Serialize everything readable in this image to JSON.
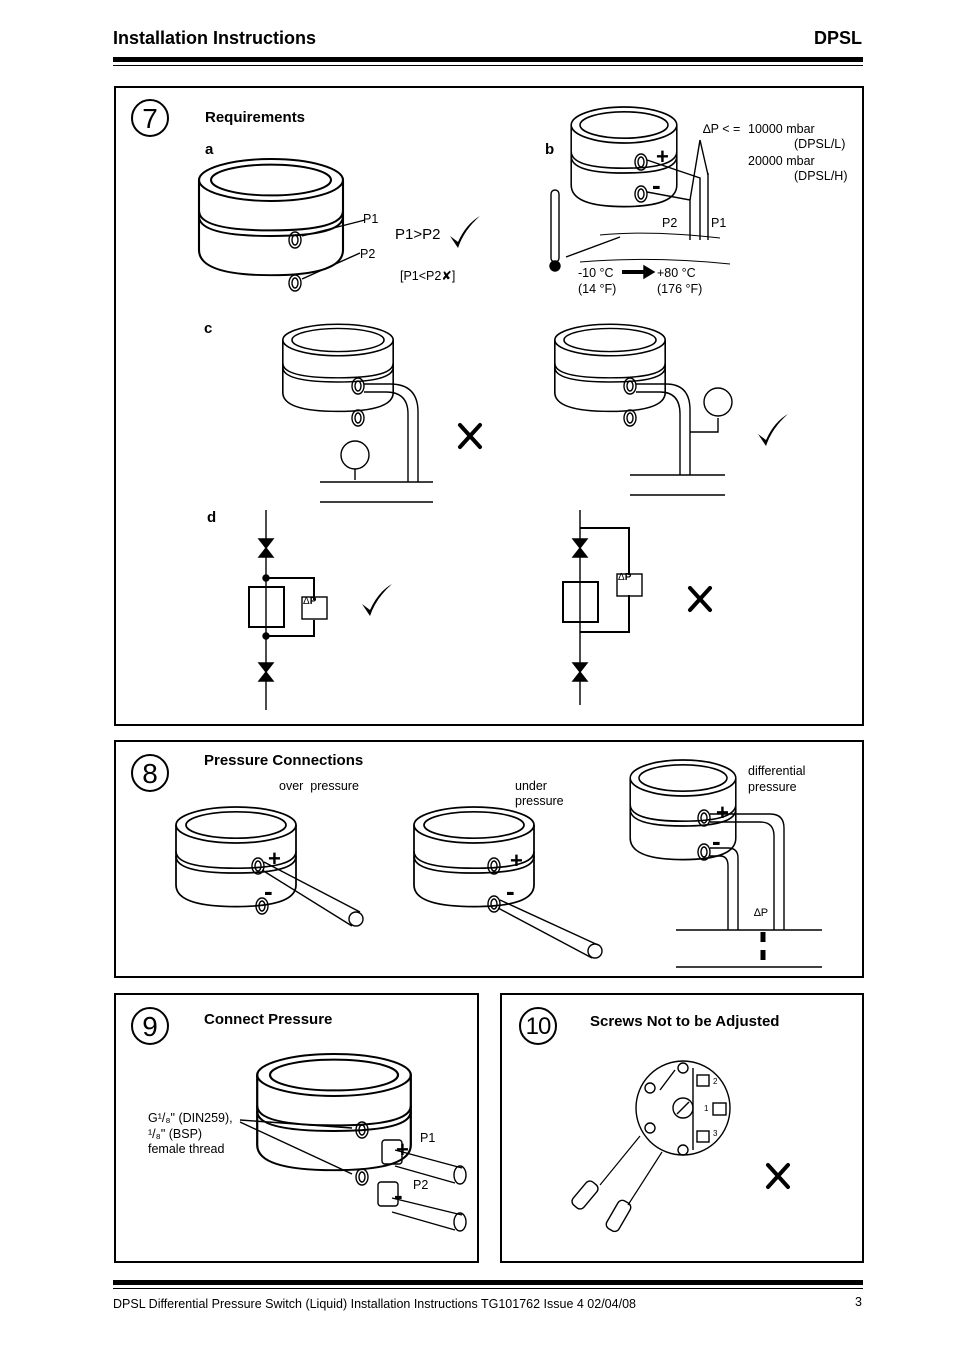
{
  "header": {
    "title": "Installation Instructions",
    "code": "DPSL"
  },
  "section7": {
    "number": "7",
    "title": "Requirements",
    "a": {
      "label": "a",
      "p1": "P1",
      "p2": "P2",
      "condition": "P1>P2",
      "wrong": "[P1<P2✘]"
    },
    "b": {
      "label": "b",
      "dp": "∆P < =",
      "line1": "10000 mbar",
      "line2": "(DPSL/L)",
      "line3": "20000 mbar",
      "line4": "(DPSL/H)",
      "p2": "P2",
      "p1": "P1",
      "tmin": "-10 °C",
      "tmin_f": "(14 °F)",
      "tmax": "+80 °C",
      "tmax_f": "(176 °F)"
    },
    "c": {
      "label": "c"
    },
    "d": {
      "label": "d",
      "dp": "P"
    }
  },
  "section8": {
    "number": "8",
    "title": "Pressure Connections",
    "over": "over  pressure",
    "under1": "under",
    "under2": "pressure",
    "diff1": "differential",
    "diff2": "pressure",
    "dp": "∆P"
  },
  "section9": {
    "number": "9",
    "title": "Connect Pressure",
    "thread1": "G¹/₈\" (DIN259),",
    "thread2": "¹/₈\" (BSP)",
    "thread3": "female thread",
    "p1": "P1",
    "p2": "P2"
  },
  "section10": {
    "number": "10",
    "title": "Screws Not to be Adjusted",
    "n1": "1",
    "n2": "2",
    "n3": "3"
  },
  "footer": {
    "text": "DPSL Differential Pressure Switch (Liquid) Installation Instructions TG101762 Issue 4 02/04/08",
    "page": "3"
  }
}
